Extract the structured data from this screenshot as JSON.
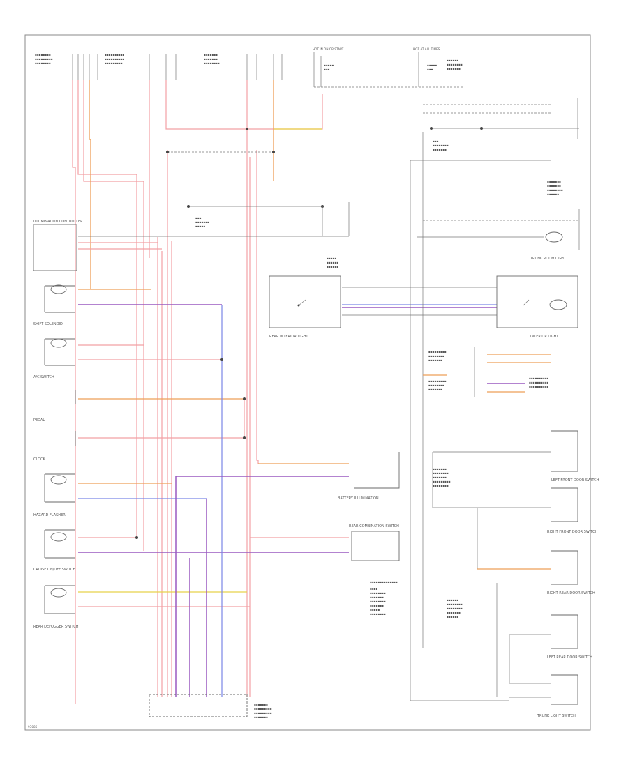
{
  "diagram": {
    "left_components": [
      {
        "id": "shift-solenoid",
        "label": "SHIFT SOLENOID"
      },
      {
        "id": "ac-switch",
        "label": "A/C SWITCH"
      },
      {
        "id": "pedal",
        "label": "PEDAL"
      },
      {
        "id": "clock",
        "label": "CLOCK"
      },
      {
        "id": "hazard-switch",
        "label": "HAZARD FLASHER"
      },
      {
        "id": "cruise-switch",
        "label": "CRUISE ON/OFF SWITCH"
      },
      {
        "id": "rear-defogger-switch",
        "label": "REAR DEFOGGER SWITCH"
      }
    ],
    "right_components": [
      {
        "id": "trunk-room-light",
        "label": "TRUNK ROOM LIGHT"
      },
      {
        "id": "interior-light",
        "label": "INTERIOR LIGHT"
      },
      {
        "id": "left-front-door",
        "label": "LEFT FRONT DOOR SWITCH"
      },
      {
        "id": "right-front-door",
        "label": "RIGHT FRONT DOOR SWITCH"
      },
      {
        "id": "right-rear-door",
        "label": "RIGHT REAR DOOR SWITCH"
      },
      {
        "id": "left-rear-door",
        "label": "LEFT REAR DOOR SWITCH"
      },
      {
        "id": "trunk-light-switch",
        "label": "TRUNK LIGHT SWITCH"
      }
    ],
    "center_components": [
      {
        "id": "rear-interior-light",
        "label": "REAR INTERIOR LIGHT"
      },
      {
        "id": "battery-illumination",
        "label": "BATTERY ILLUMINATION"
      },
      {
        "id": "rear-combo-switch",
        "label": "REAR COMBINATION SWITCH"
      }
    ],
    "top_labels": {
      "hot_at_all_times": "HOT AT ALL TIMES",
      "hot_in_on_start": "HOT IN ON OR START",
      "illumination_controller": "ILLUMINATION CONTROLLER"
    },
    "footer_code": "93086"
  }
}
